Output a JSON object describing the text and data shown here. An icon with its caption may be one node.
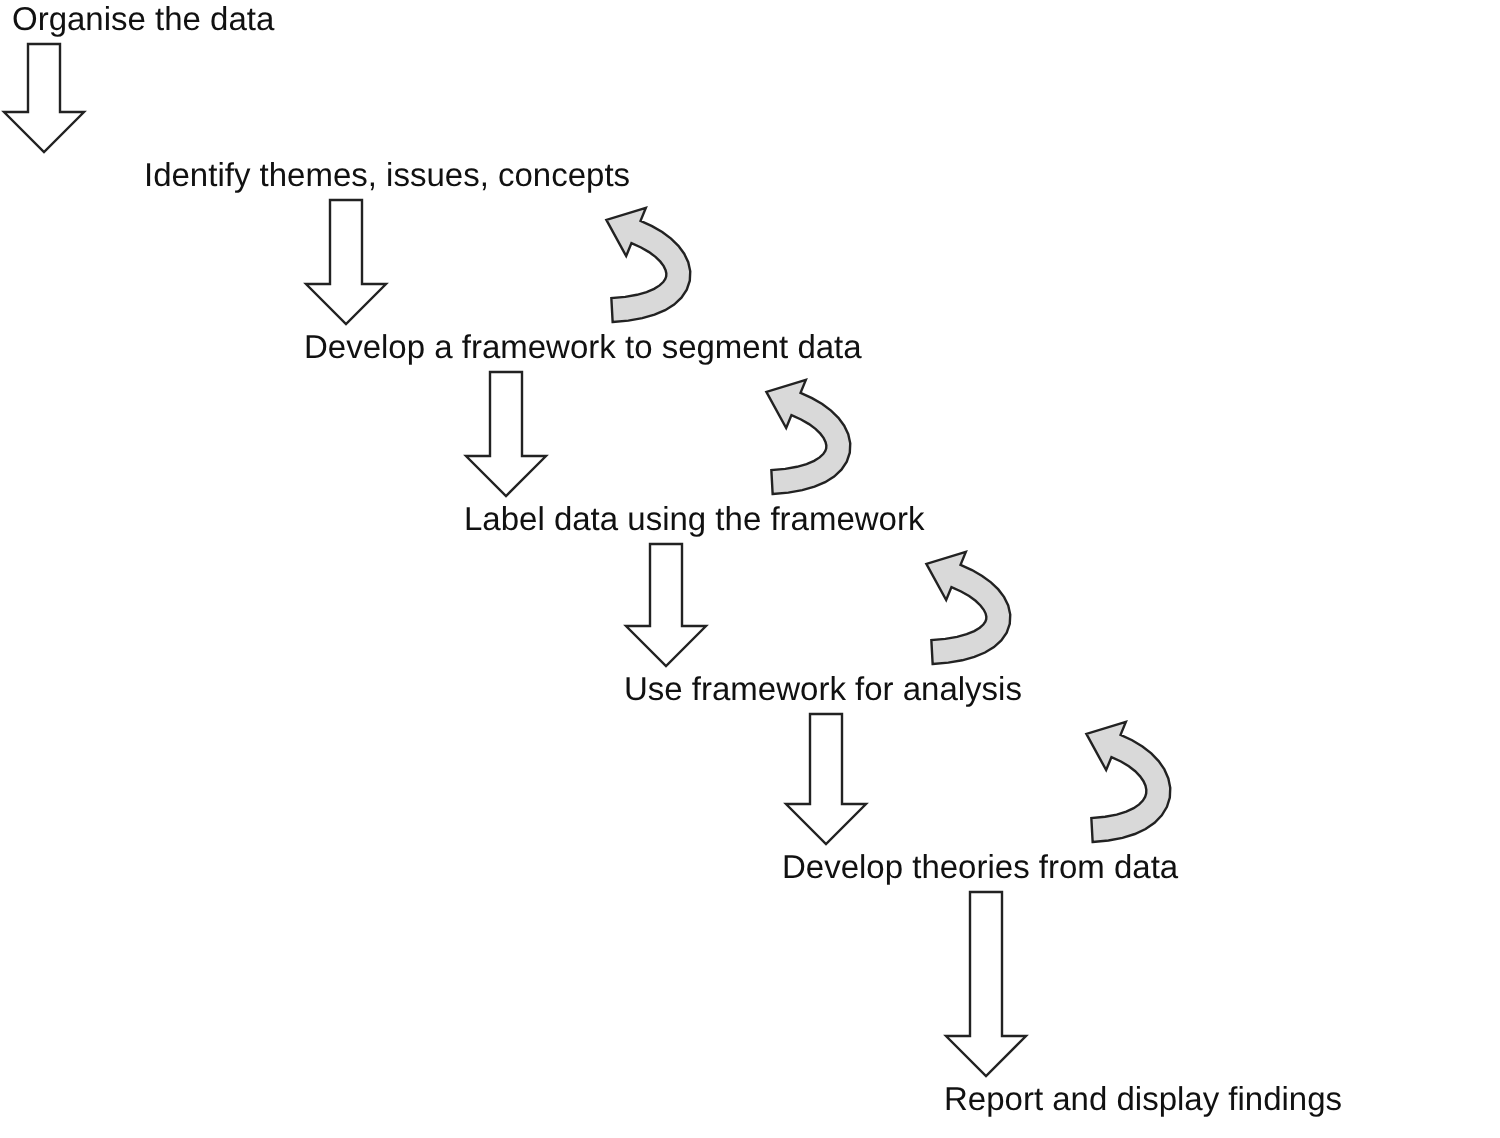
{
  "diagram": {
    "nodes": [
      {
        "text": [
          "Organise the data"
        ]
      },
      {
        "text": [
          "Identify themes, issues, concepts"
        ]
      },
      {
        "text": [
          "Develop a framework to segment data"
        ]
      },
      {
        "text": [
          "Label data using the framework"
        ]
      },
      {
        "text": [
          "Use framework for analysis"
        ]
      },
      {
        "text": [
          "Develop theories from data"
        ]
      },
      {
        "text": [
          "Report and display findings"
        ]
      }
    ],
    "edges": [
      {
        "from": 0,
        "to": 1,
        "arrow": "to"
      },
      {
        "from": 1,
        "to": 2,
        "arrow": "to"
      },
      {
        "from": 2,
        "to": 3,
        "arrow": "to"
      },
      {
        "from": 3,
        "to": 4,
        "arrow": "to"
      },
      {
        "from": 4,
        "to": 5,
        "arrow": "to"
      },
      {
        "from": 5,
        "to": 6,
        "arrow": "to"
      },
      {
        "from": 2,
        "to": 1,
        "arrow": "to"
      },
      {
        "from": 3,
        "to": 2,
        "arrow": "to"
      },
      {
        "from": 4,
        "to": 3,
        "arrow": "to"
      },
      {
        "from": 5,
        "to": 4,
        "arrow": "to"
      }
    ]
  }
}
